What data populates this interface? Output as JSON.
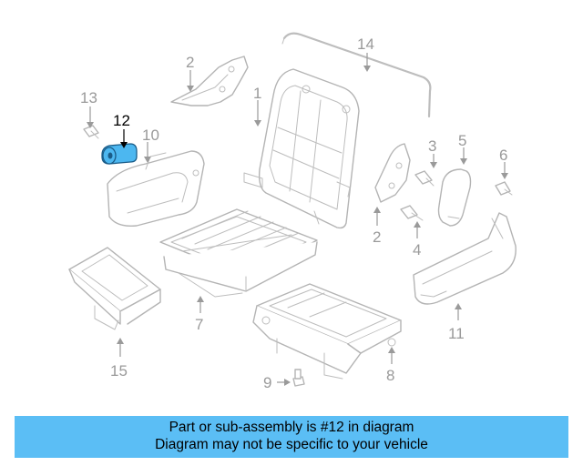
{
  "callouts": {
    "c1": "1",
    "c2a": "2",
    "c2b": "2",
    "c3": "3",
    "c4": "4",
    "c5": "5",
    "c6": "6",
    "c7": "7",
    "c8": "8",
    "c9": "9",
    "c10": "10",
    "c11": "11",
    "c12": "12",
    "c13": "13",
    "c14": "14",
    "c15": "15"
  },
  "highlight": {
    "part_number": "12",
    "color": "#4cb7f0",
    "label_color": "#000000"
  },
  "banner": {
    "line1": "Part or sub-assembly is #12 in diagram",
    "line2": "Diagram may not be specific to your vehicle",
    "color": "#5bbef5"
  }
}
